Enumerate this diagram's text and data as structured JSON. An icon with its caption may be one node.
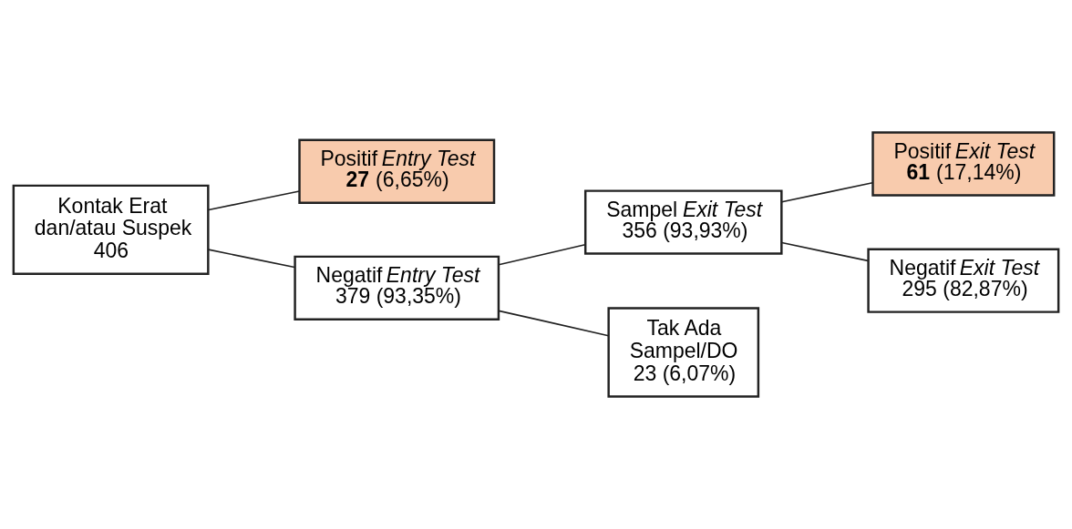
{
  "diagram": {
    "nodes": [
      {
        "text": [
          "Kontak Erat dan/atau Suspek",
          "406"
        ]
      },
      {
        "text": [
          "Positif *Entry Test*",
          "**27** (6,65%)"
        ]
      },
      {
        "text": [
          "Negatif *Entry Test*",
          "379 (93,35%)"
        ]
      },
      {
        "text": [
          "Sampel *Exit Test*",
          "356 (93,93%)"
        ]
      },
      {
        "text": [
          "Tak Ada Sampel/DO",
          "23 (6,07%)"
        ]
      },
      {
        "text": [
          "Positif *Exit Test*",
          "**61** (17,14%)"
        ]
      },
      {
        "text": [
          "Negatif *Exit Test*",
          "295 (82,87%)"
        ]
      }
    ],
    "edges": [
      {
        "from": 0,
        "to": 1,
        "arrow": "none"
      },
      {
        "from": 0,
        "to": 2,
        "arrow": "none"
      },
      {
        "from": 2,
        "to": 3,
        "arrow": "none"
      },
      {
        "from": 2,
        "to": 4,
        "arrow": "none"
      },
      {
        "from": 3,
        "to": 5,
        "arrow": "none"
      },
      {
        "from": 3,
        "to": 6,
        "arrow": "none"
      }
    ]
  }
}
